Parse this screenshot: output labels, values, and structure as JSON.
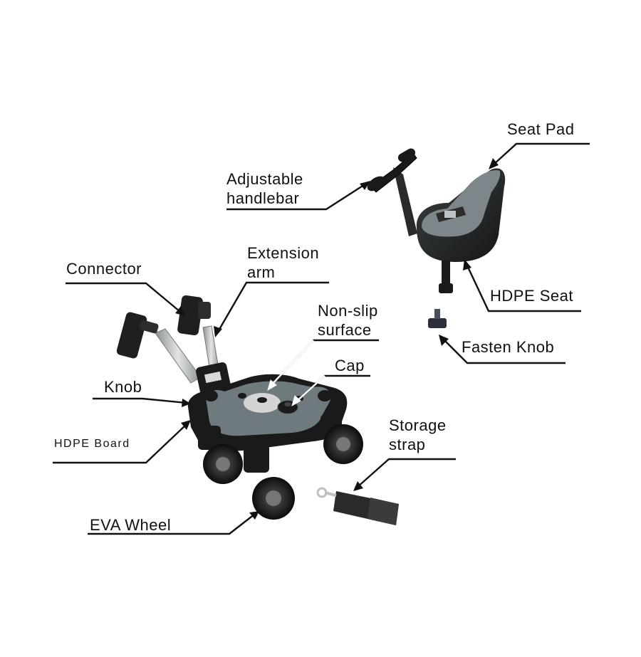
{
  "labels": {
    "seat_pad": "Seat Pad",
    "adjustable_handlebar": [
      "Adjustable",
      "handlebar"
    ],
    "extension_arm": [
      "Extension",
      "arm"
    ],
    "connector": "Connector",
    "non_slip_surface": [
      "Non-slip",
      "surface"
    ],
    "cap": "Cap",
    "knob": "Knob",
    "hdpe_board": "HDPE Board",
    "hdpe_seat": "HDPE Seat",
    "fasten_knob": "Fasten Knob",
    "storage_strap": [
      "Storage",
      "strap"
    ],
    "eva_wheel": "EVA Wheel"
  },
  "colors": {
    "line": "#111111",
    "product_dark": "#1c1c1c",
    "product_grey": "#6f7b7f",
    "metal": "#b9bdbf"
  }
}
